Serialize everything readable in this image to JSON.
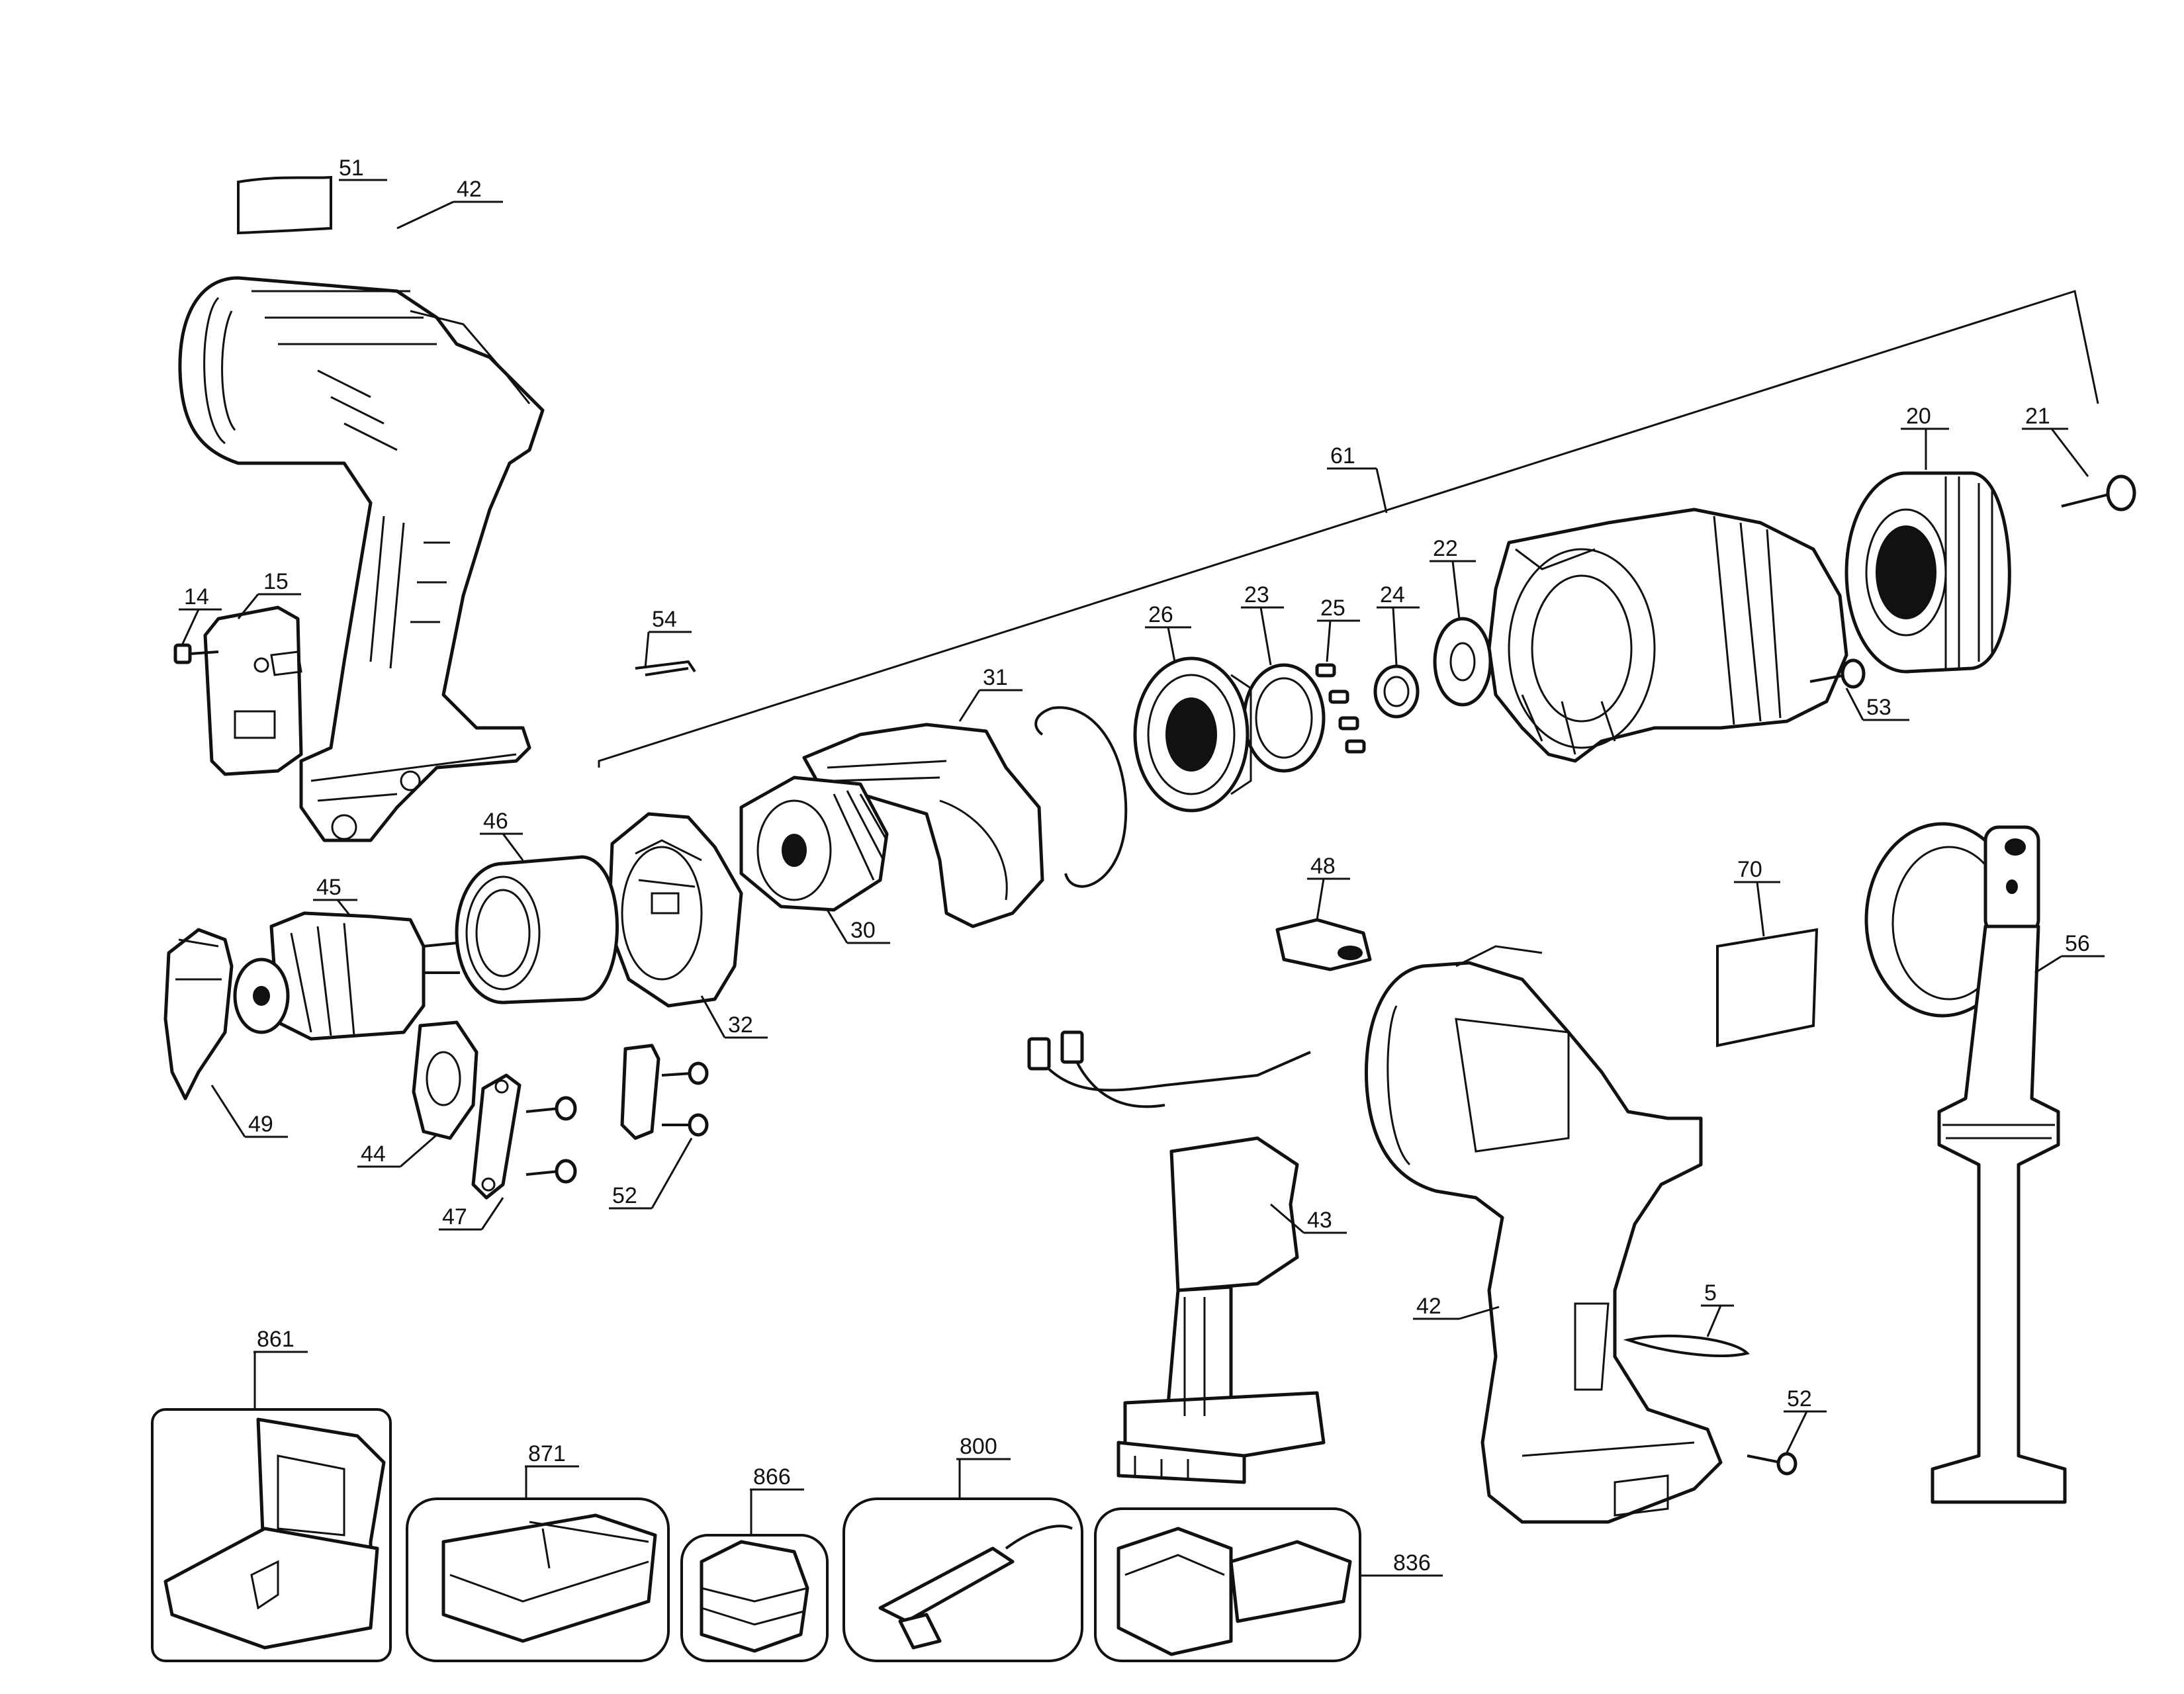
{
  "labels": {
    "l51": "51",
    "l42a": "42",
    "l14": "14",
    "l15": "15",
    "l54": "54",
    "l61": "61",
    "l20": "20",
    "l21": "21",
    "l22": "22",
    "l23": "23",
    "l25": "25",
    "l24": "24",
    "l26": "26",
    "l31": "31",
    "l53": "53",
    "l46": "46",
    "l45": "45",
    "l32": "32",
    "l30": "30",
    "l48": "48",
    "l70": "70",
    "l56": "56",
    "l49": "49",
    "l44": "44",
    "l47": "47",
    "l52a": "52",
    "l43": "43",
    "l42b": "42",
    "l5": "5",
    "l52b": "52",
    "l861": "861",
    "l871": "871",
    "l866": "866",
    "l800": "800",
    "l836": "836"
  }
}
